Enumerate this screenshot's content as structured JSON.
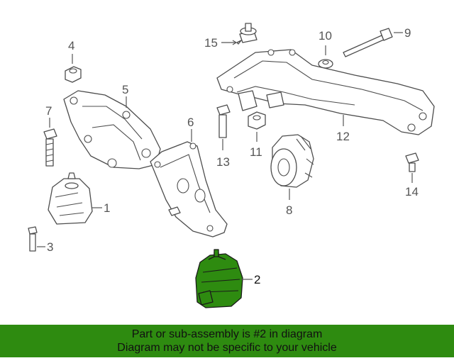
{
  "callouts": {
    "c1": "1",
    "c2": "2",
    "c3": "3",
    "c4": "4",
    "c5": "5",
    "c6": "6",
    "c7": "7",
    "c8": "8",
    "c9": "9",
    "c10": "10",
    "c11": "11",
    "c12": "12",
    "c13": "13",
    "c14": "14",
    "c15": "15"
  },
  "highlight": {
    "part_number": "2",
    "color": "#2e8b10"
  },
  "banner": {
    "line1": "Part or sub-assembly is #2 in diagram",
    "line2": "Diagram may not be specific to your vehicle"
  }
}
